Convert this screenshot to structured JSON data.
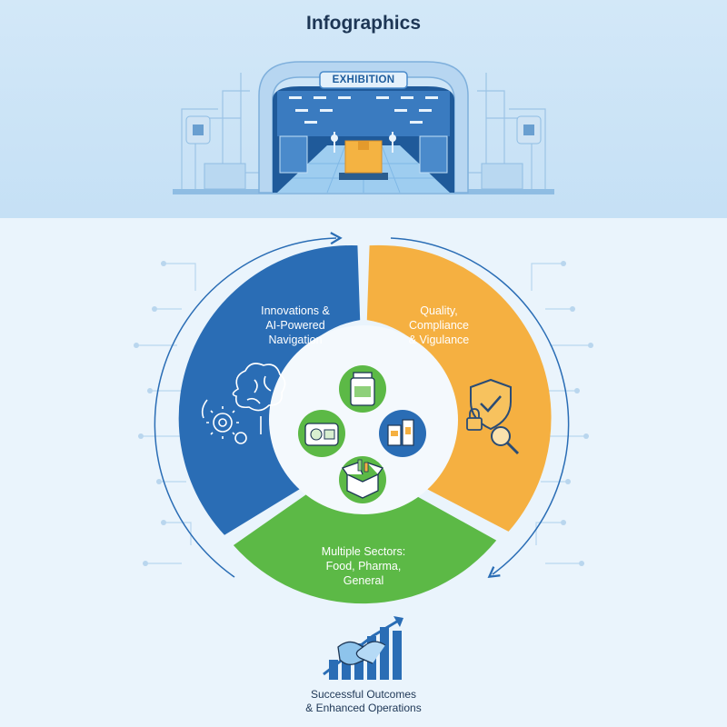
{
  "header": {
    "title": "Infographics",
    "exhibition_sign": "EXHIBITION"
  },
  "cycle": {
    "segments": [
      {
        "key": "innovation",
        "label": "Innovations &\nAI-Powered\nNavigation",
        "color": "#2a6db5",
        "icon": "brain-gear-icon"
      },
      {
        "key": "quality",
        "label": "Quality,\nCompliance\n& Vigulance",
        "color": "#f5b041",
        "icon": "shield-check-icon"
      },
      {
        "key": "sectors",
        "label": "Multiple Sectors:\nFood, Pharma,\nGeneral",
        "color": "#5cb946",
        "icon": "sectors-icon"
      }
    ],
    "center_icons": [
      "bottle-icon",
      "food-container-icon",
      "pharma-products-icon",
      "open-box-icon"
    ]
  },
  "outcome": {
    "label": "Successful Outcomes\n& Enhanced Operations",
    "icon": "handshake-growth-chart-icon"
  },
  "colors": {
    "navy": "#1d3655",
    "blue": "#2a6db5",
    "orange": "#f5b041",
    "green": "#5cb946",
    "light_bg": "#eaf4fc"
  }
}
